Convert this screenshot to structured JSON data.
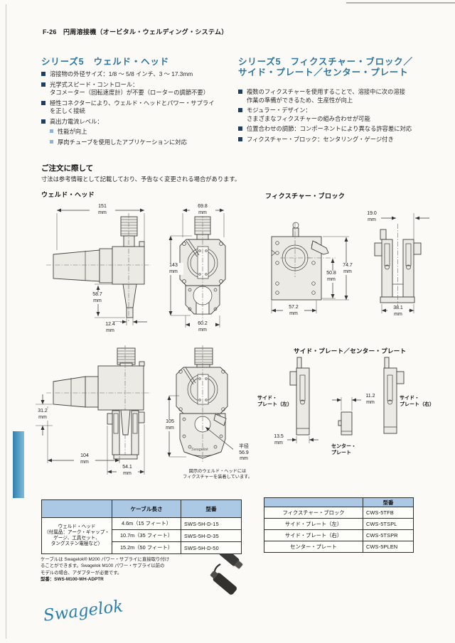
{
  "header": "F-26　円周溶接機（オービタル・ウェルディング・システム）",
  "left_section": {
    "heading": "シリーズ5　ウェルド・ヘッド",
    "items": [
      {
        "level": 1,
        "lines": [
          "溶接物の外径サイズ：1/8 〜 5/8 インチ、3 〜 17.3mm"
        ]
      },
      {
        "level": 1,
        "lines": [
          "光学式スピード・コントロール：",
          "タコメーター（回転速度計）が不要（ローターの調節不要）"
        ]
      },
      {
        "level": 1,
        "lines": [
          "極性コネクターにより、ウェルド・ヘッドとパワー・サプライ",
          "を正しく接続"
        ]
      },
      {
        "level": 1,
        "lines": [
          "高出力電流レベル："
        ]
      },
      {
        "level": 2,
        "lines": [
          "性能が向上"
        ]
      },
      {
        "level": 2,
        "lines": [
          "厚肉チューブを使用したアプリケーションに対応"
        ]
      }
    ]
  },
  "right_section": {
    "heading_lines": [
      "シリーズ5　フィクスチャー・ブロック／",
      "サイド・プレート／センター・プレート"
    ],
    "items": [
      {
        "level": 1,
        "lines": [
          "複数のフィクスチャーを使用することで、溶接中に次の溶接",
          "作業の準備ができるため、生産性が向上"
        ]
      },
      {
        "level": 1,
        "lines": [
          "モジュラー・デザイン：",
          "さまざまなフィクスチャーの組み合わせが可能"
        ]
      },
      {
        "level": 1,
        "lines": [
          "位置合わせの調節：コンポーネントにより異なる許容差に対応"
        ]
      },
      {
        "level": 1,
        "lines": [
          "フィクスチャー・ブロック：センタリング・ゲージ付き"
        ]
      }
    ]
  },
  "order_note": {
    "heading": "ご注文に際して",
    "body": "寸法は参考情報として記載しており、予告なく変更される場合があります。"
  },
  "drawings": {
    "weld_head_label": "ウェルド・ヘッド",
    "fixture_block_label": "フィクスチャー・ブロック",
    "side_center_heading": "サイド・プレート／センター・プレート",
    "unit": "mm",
    "radius_label": "半径",
    "dims": {
      "d151": "151",
      "d698": "69.8",
      "d587": "58.7",
      "d124": "12.4",
      "d143": "143",
      "d602": "60.2",
      "d572": "57.2",
      "d508": "50.8",
      "d747": "74.7",
      "d190": "19.0",
      "d381": "38.1",
      "d312": "31.2",
      "d104": "104",
      "d541": "54.1",
      "d105": "105",
      "d569": "56.9",
      "d135": "13.5",
      "d112": "11.2"
    },
    "labels": {
      "side_left": [
        "サイド・",
        "プレート（左）"
      ],
      "side_right": [
        "サイド・",
        "プレート（右）"
      ],
      "center_plate": [
        "センター・",
        "プレート"
      ]
    },
    "caption": [
      "図示のウェルド・ヘッドには",
      "フィクスチャーを装着しています。"
    ],
    "engraving": "Swagelok"
  },
  "left_table": {
    "headers": [
      "",
      "ケーブル長さ",
      "型番"
    ],
    "row_label_lines": [
      "ウェルド・ヘッド",
      "（付属品：アーク・ギャップ・",
      "ゲージ、工具セット、",
      "タングステン電極など）"
    ],
    "rows": [
      {
        "length": "4.6m（15 フィート）",
        "part": "SWS-5H-D-15"
      },
      {
        "length": "10.7m（35 フィート）",
        "part": "SWS-5H-D-35"
      },
      {
        "length": "15.2m（50 フィート）",
        "part": "SWS-5H-D-50"
      }
    ]
  },
  "right_table": {
    "headers": [
      "",
      "型番"
    ],
    "rows": [
      {
        "label": "フィクスチャー・ブロック",
        "part": "CWS-5TFB"
      },
      {
        "label": "サイド・プレート（左）",
        "part": "CWS-5TSPL"
      },
      {
        "label": "サイド・プレート（右）",
        "part": "CWS-5TSPR"
      },
      {
        "label": "センター・プレート",
        "part": "CWS-5PLEN"
      }
    ]
  },
  "footnote": {
    "lines": [
      "ケーブルは Swagelok® M200 パワー・サプライに直接取り付け",
      "ることができます。Swagelok M100 パワー・サプライ以前の",
      "モデルの場合、アダプターが必要です。"
    ],
    "part_line": "型番：SWS-M100-WH-ADPTR"
  },
  "logo": "Swagelok",
  "colors": {
    "accent": "#2c75a0",
    "bullet": "#1d3f63",
    "sub_bullet": "#8fb3d4",
    "table_header_bg": "#abc9e5",
    "logo_color": "#2b7fae",
    "bar_start": "#2e7fae",
    "bar_end": "#7fbcd9",
    "paper": "#fbfaf7"
  }
}
